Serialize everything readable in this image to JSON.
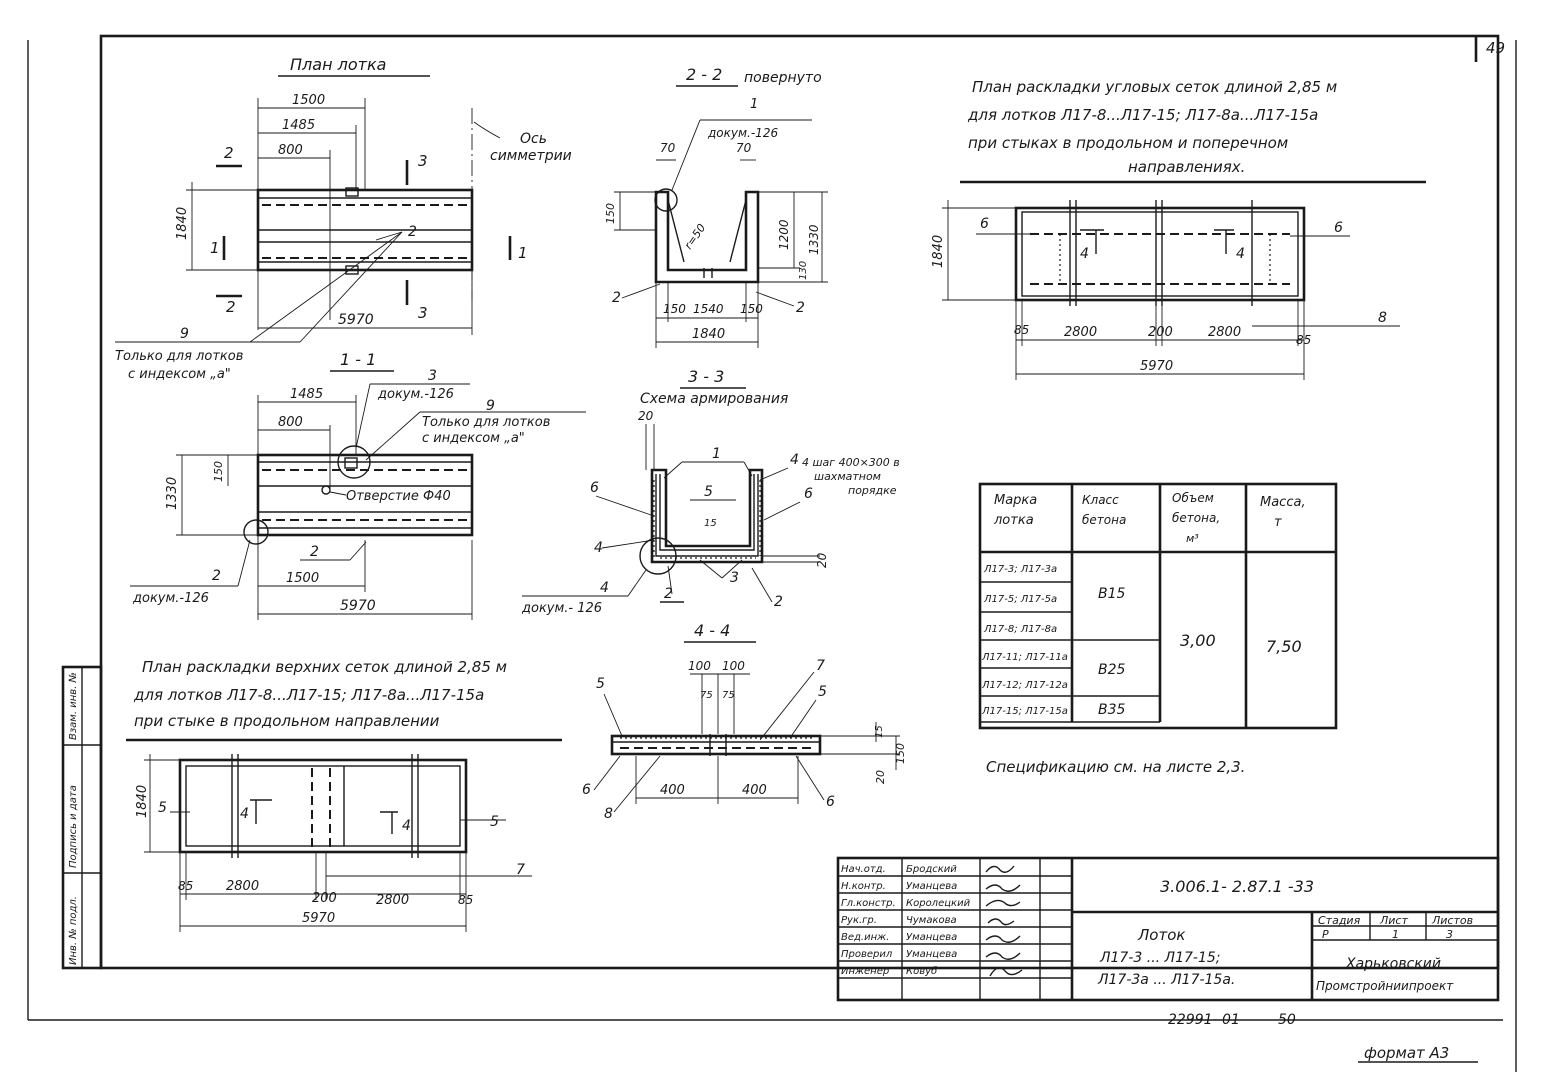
{
  "sheet": {
    "corner_number": "49",
    "format": "формат А3",
    "inventory_number": "22991- 01",
    "page_number": "50",
    "side_stamp": [
      "Инв. № подл.",
      "Подпись и дата",
      "Взам. инв. №"
    ]
  },
  "plan_lotka": {
    "title": "План лотка",
    "axis_label": [
      "Ось",
      "симметрии"
    ],
    "dims": {
      "d1500": "1500",
      "d1485": "1485",
      "d800": "800",
      "d1840": "1840",
      "d5970": "5970"
    },
    "section_marks": {
      "s2": "2",
      "s3": "3",
      "s1": "1"
    },
    "callouts": {
      "c2": "2",
      "c9": "9"
    },
    "note": [
      "Только для лотков",
      "с индексом „а\""
    ]
  },
  "sec11": {
    "title": "1 - 1",
    "dims": {
      "d1485": "1485",
      "d800": "800",
      "d150": "150",
      "d1330": "1330",
      "d1500": "1500",
      "d5970": "5970"
    },
    "callouts": {
      "c3": "3",
      "c9": "9",
      "c2a": "2",
      "c2b": "2"
    },
    "doc_ref": "докум.-126",
    "hole": "Отверстие Ф40",
    "note": [
      "Только для лотков",
      "с индексом „а\""
    ]
  },
  "sec22": {
    "title": "2 - 2",
    "subtitle": "повернуто",
    "callout1": "1",
    "doc_ref": "докум.-126",
    "dims": {
      "d70a": "70",
      "d70b": "70",
      "d150": "150",
      "d1200": "1200",
      "d1330": "1330",
      "d130": "130",
      "r50": "r=50",
      "b150a": "150",
      "b1540": "1540",
      "b150b": "150",
      "d1840": "1840"
    },
    "callouts": {
      "c2a": "2",
      "c2b": "2"
    }
  },
  "sec33": {
    "title": "3 - 3",
    "subtitle": "Схема армирования",
    "d20": "20",
    "d20b": "20",
    "callouts": {
      "c1": "1",
      "c4": "4",
      "c5": "5",
      "c6a": "6",
      "c6b": "6",
      "c4b": "4",
      "c4c": "4",
      "c2a": "2",
      "c2b": "2",
      "c3": "3",
      "c15": "15"
    },
    "note": [
      "4 шаг 400×300 в",
      "шахматном",
      "порядке"
    ],
    "doc_ref": "докум.- 126"
  },
  "sec44": {
    "title": "4 - 4",
    "dims": {
      "d100a": "100",
      "d100b": "100",
      "d75a": "75",
      "d75b": "75",
      "d15": "15",
      "d150": "150",
      "d20": "20",
      "d400a": "400",
      "d400b": "400"
    },
    "callouts": {
      "c5a": "5",
      "c5b": "5",
      "c7": "7",
      "c6a": "6",
      "c6b": "6",
      "c8": "8"
    }
  },
  "plan_corner": {
    "title": [
      "План раскладки угловых сеток длиной 2,85 м",
      "для лотков Л17-8...Л17-15; Л17-8а...Л17-15а",
      "при стыках в продольном и поперечном",
      "направлениях."
    ],
    "dims": {
      "d1840": "1840",
      "d85a": "85",
      "d2800a": "2800",
      "d200": "200",
      "d2800b": "2800",
      "d85b": "85",
      "d5970": "5970"
    },
    "callouts": {
      "c6a": "6",
      "c6b": "6",
      "c4a": "4",
      "c4b": "4",
      "c8": "8"
    }
  },
  "plan_top": {
    "title": [
      "План раскладки верхних сеток длиной 2,85 м",
      "для лотков Л17-8...Л17-15; Л17-8а...Л17-15а",
      "при стыке в продольном направлении"
    ],
    "dims": {
      "d1840": "1840",
      "d85a": "85",
      "d2800a": "2800",
      "d200": "200",
      "d2800b": "2800",
      "d85b": "85",
      "d5970": "5970"
    },
    "callouts": {
      "c5a": "5",
      "c5b": "5",
      "c4a": "4",
      "c4b": "4",
      "c7": "7"
    }
  },
  "spec_table": {
    "headers": [
      [
        "Марка",
        "лотка"
      ],
      [
        "Класс",
        "бетона"
      ],
      [
        "Объем",
        "бетона,",
        "м³"
      ],
      [
        "Масса,",
        "т"
      ]
    ],
    "rows": [
      "Л17-3; Л17-3а",
      "Л17-5; Л17-5а",
      "Л17-8; Л17-8а",
      "Л17-11; Л17-11а",
      "Л17-12; Л17-12а",
      "Л17-15; Л17-15а"
    ],
    "class_b15": "В15",
    "class_b25": "В25",
    "class_b35": "В35",
    "volume": "3,00",
    "mass": "7,50",
    "note": "Спецификацию см. на листе 2,3."
  },
  "title_block": {
    "doc_code": "3.006.1- 2.87.1 -33",
    "roles": [
      "Нач.отд.",
      "Н.контр.",
      "Гл.констр.",
      "Рук.гр.",
      "Вед.инж.",
      "Проверил",
      "Инженер"
    ],
    "names": [
      "Бродский",
      "Уманцева",
      "Королецкий",
      "Чумакова",
      "Уманцева",
      "Уманцева",
      "Ковуб"
    ],
    "name_title": [
      "Лоток",
      "Л17-3 ... Л17-15;",
      "Л17-3а ... Л17-15а."
    ],
    "stage_label": "Стадия",
    "sheet_label": "Лист",
    "sheets_label": "Листов",
    "stage": "Р",
    "sheet": "1",
    "sheets": "3",
    "org": [
      "Харьковский",
      "Промстройниипроект"
    ]
  }
}
